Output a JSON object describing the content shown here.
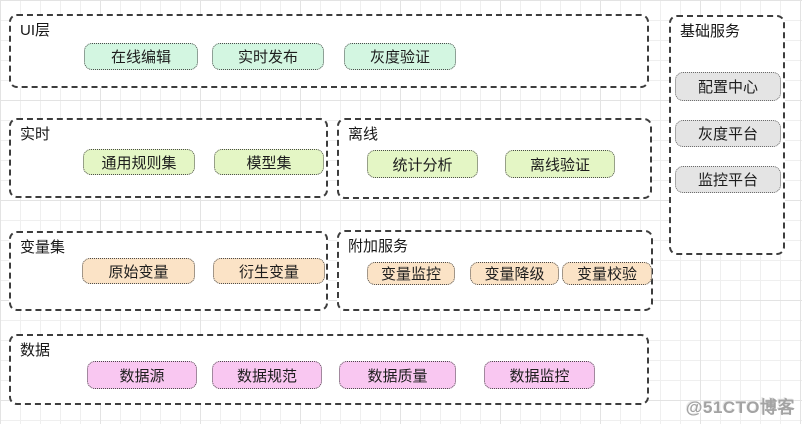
{
  "watermark": "@51CTO博客",
  "colors": {
    "mint": "#d3f6e1",
    "lime": "#e4f6c5",
    "peach": "#fbe3c6",
    "pink": "#f9c7f1",
    "gray": "#e4e4e4",
    "box_border": "#3d3d3d",
    "grid_minor": "#efefef",
    "grid_major": "#e3e3e3"
  },
  "groups": [
    {
      "id": "ui-layer",
      "label": "UI层",
      "items": [
        "在线编辑",
        "实时发布",
        "灰度验证"
      ]
    },
    {
      "id": "realtime",
      "label": "实时",
      "items": [
        "通用规则集",
        "模型集"
      ]
    },
    {
      "id": "offline",
      "label": "离线",
      "items": [
        "统计分析",
        "离线验证"
      ]
    },
    {
      "id": "variable-set",
      "label": "变量集",
      "items": [
        "原始变量",
        "衍生变量"
      ]
    },
    {
      "id": "addon-services",
      "label": "附加服务",
      "items": [
        "变量监控",
        "变量降级",
        "变量校验"
      ]
    },
    {
      "id": "data",
      "label": "数据",
      "items": [
        "数据源",
        "数据规范",
        "数据质量",
        "数据监控"
      ]
    },
    {
      "id": "base-services",
      "label": "基础服务",
      "items": [
        "配置中心",
        "灰度平台",
        "监控平台"
      ]
    }
  ]
}
